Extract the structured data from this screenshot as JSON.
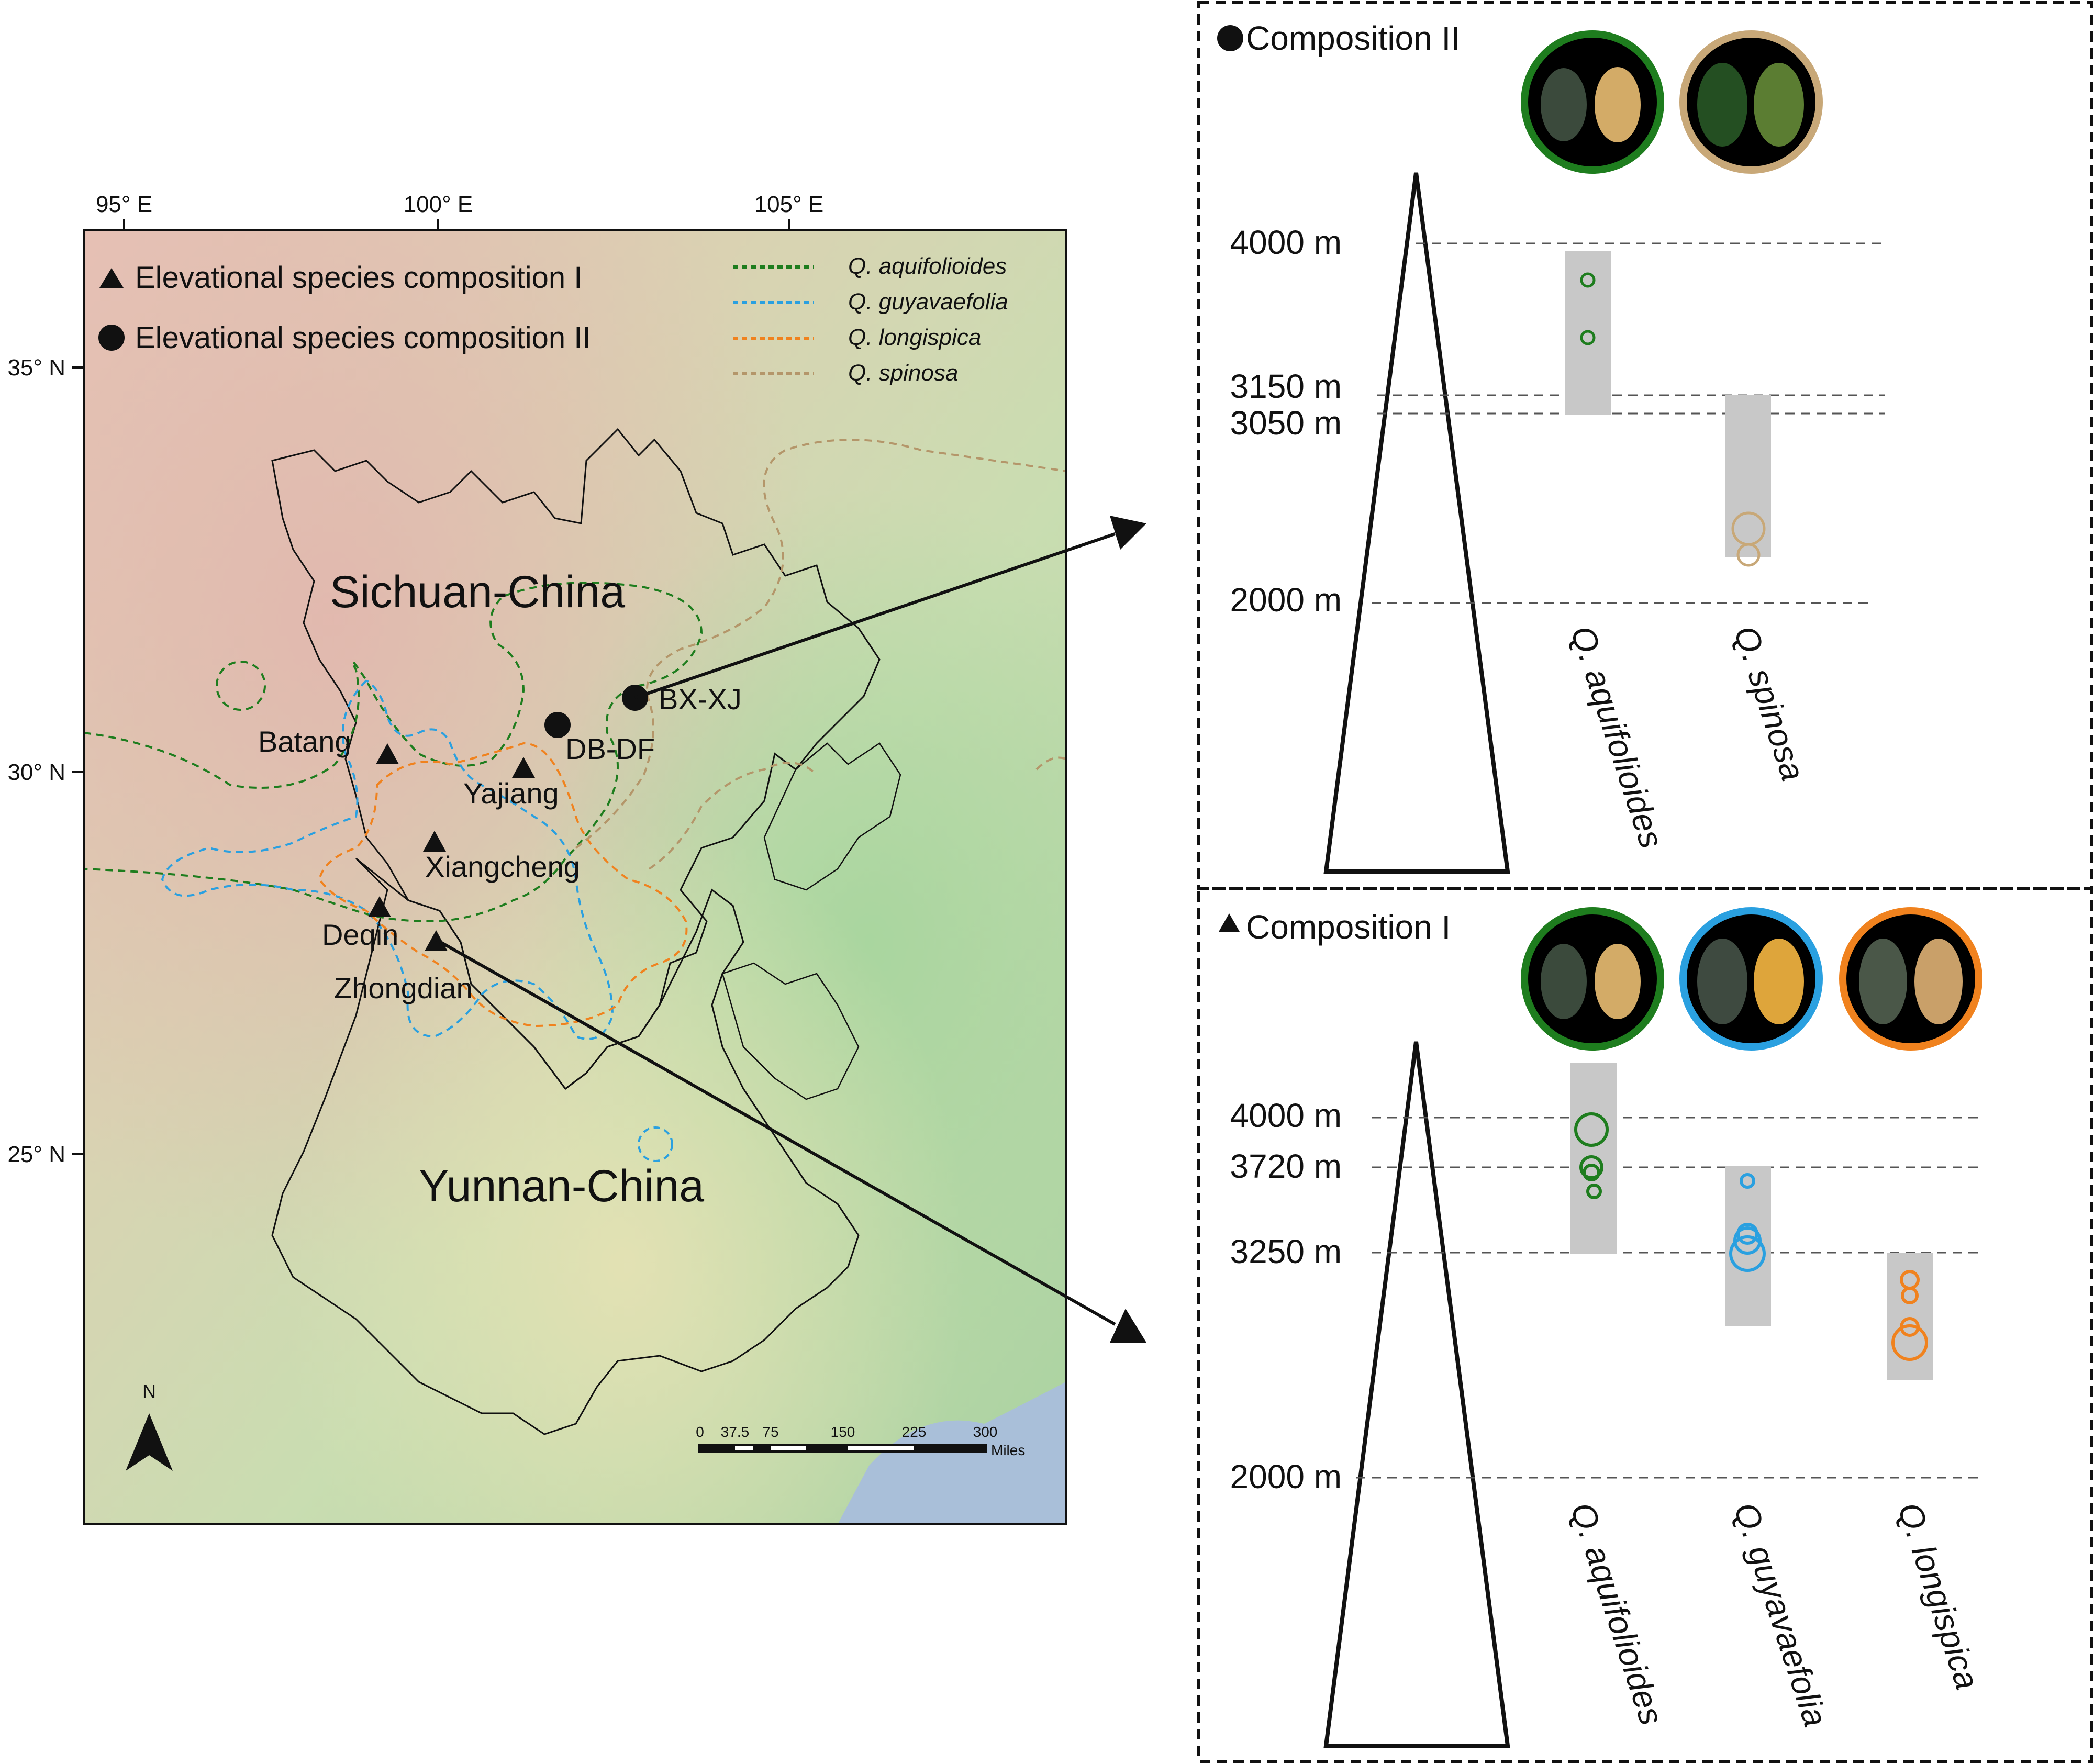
{
  "map": {
    "lon_ticks": [
      "95° E",
      "100° E",
      "105° E"
    ],
    "lat_ticks": [
      "35° N",
      "30° N",
      "25° N"
    ],
    "legend_markers": {
      "triangle_label": "Elevational species composition I",
      "circle_label": "Elevational species composition II"
    },
    "legend_species": [
      {
        "name": "Q. aquifolioides",
        "color": "#1e7d1e"
      },
      {
        "name": "Q. guyavaefolia",
        "color": "#2aa0e0"
      },
      {
        "name": "Q. longispica",
        "color": "#f0821e"
      },
      {
        "name": "Q. spinosa",
        "color": "#b4966a"
      }
    ],
    "regions": {
      "sichuan": "Sichuan-China",
      "yunnan": "Yunnan-China"
    },
    "sites": {
      "batang": "Batang",
      "yajiang": "Yajiang",
      "xiangcheng": "Xiangcheng",
      "deqin": "Deqin",
      "zhongdian": "Zhongdian",
      "dbdf": "DB-DF",
      "bxxj": "BX-XJ"
    },
    "north_label": "N",
    "scale": {
      "ticks": [
        "0",
        "37.5",
        "75",
        "150",
        "225",
        "300"
      ],
      "unit": "Miles"
    }
  },
  "panel_top": {
    "title": "Composition II",
    "elevations": [
      "4000 m",
      "3150 m",
      "3050 m",
      "2000 m"
    ],
    "species": [
      "Q. aquifolioides",
      "Q. spinosa"
    ],
    "ring_colors": [
      "#1e7d1e",
      "#c8a878"
    ]
  },
  "panel_bottom": {
    "title": "Composition I",
    "elevations": [
      "4000 m",
      "3720 m",
      "3250 m",
      "2000 m"
    ],
    "species": [
      "Q. aquifolioides",
      "Q. guyavaefolia",
      "Q. longispica"
    ],
    "ring_colors": [
      "#1e7d1e",
      "#2aa0e0",
      "#f0821e"
    ]
  }
}
